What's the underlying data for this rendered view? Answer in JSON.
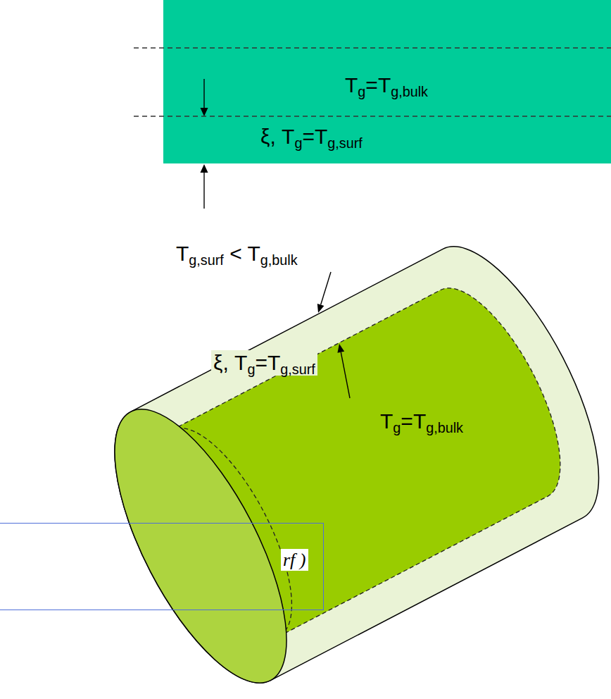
{
  "diagram": {
    "nodes": [
      {
        "text": [
          "Tg=Tg,bulk",
          "ξ, Tg=Tg,surf"
        ]
      },
      {
        "text": [
          "ξ, Tg=Tg,surf"
        ]
      },
      {
        "text": [
          "Tg=Tg,bulk"
        ],
        "in": 1
      },
      {
        "text": [
          "rf )"
        ]
      }
    ],
    "labels": [
      "Tg,surf < Tg,bulk"
    ]
  }
}
